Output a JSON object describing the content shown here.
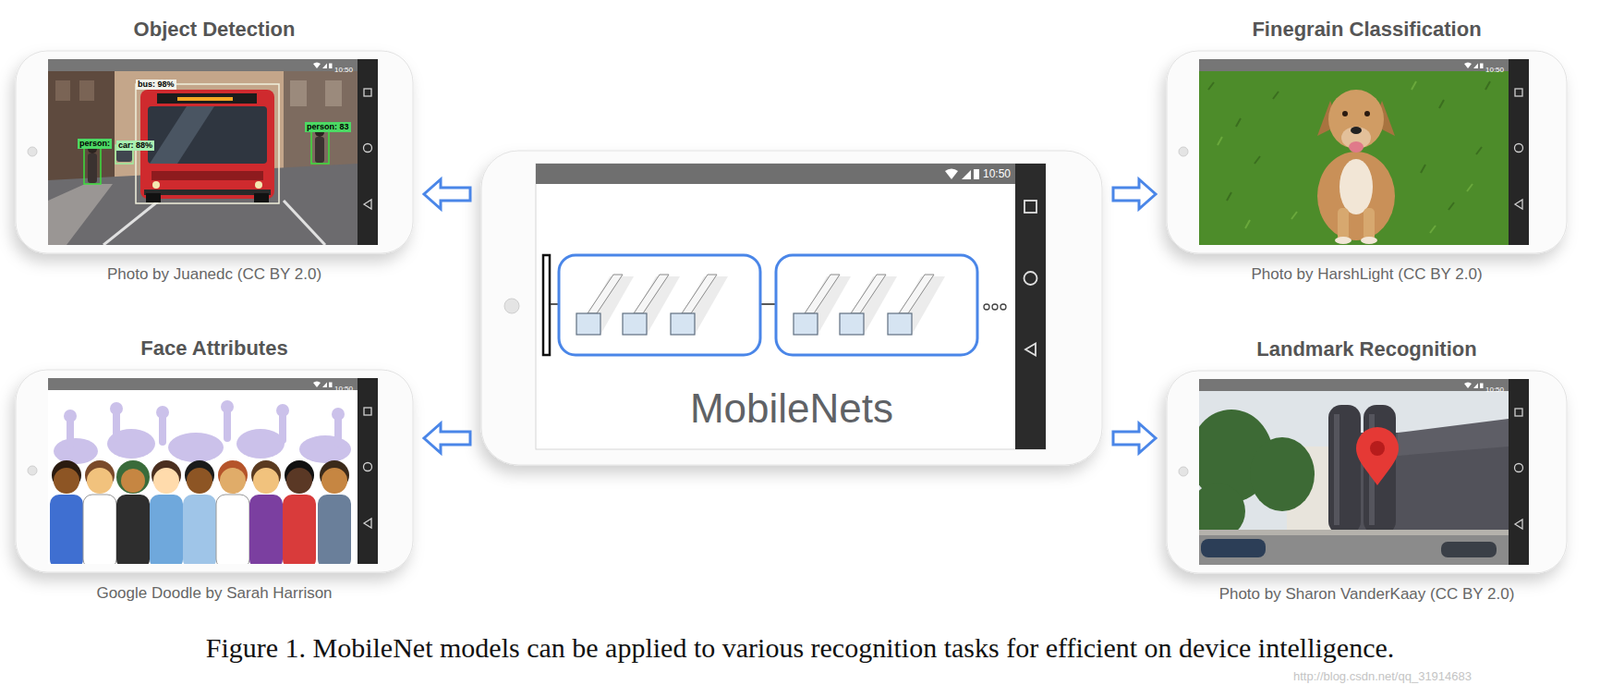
{
  "diagram": {
    "caption": "Figure 1. MobileNet models can be applied to various recognition tasks for efficient on device intelligence.",
    "nodes": [
      {
        "text": [
          "Object Detection",
          "Photo by Juanedc (CC BY 2.0)"
        ]
      },
      {
        "text": [
          "MobileNets"
        ]
      },
      {
        "text": [
          "Finegrain Classification",
          "Photo by HarshLight (CC BY 2.0)"
        ]
      },
      {
        "text": [
          "Face Attributes",
          "Google Doodle by Sarah Harrison"
        ]
      },
      {
        "text": [
          "Landmark Recognition",
          "Photo by Sharon VanderKaay (CC BY 2.0)"
        ]
      }
    ],
    "edges": [
      {
        "from": 1,
        "to": 0,
        "arrow": "to"
      },
      {
        "from": 1,
        "to": 2,
        "arrow": "to"
      },
      {
        "from": 1,
        "to": 3,
        "arrow": "to"
      },
      {
        "from": 1,
        "to": 4,
        "arrow": "to"
      }
    ],
    "labels": [
      "bus: 98%",
      "person:",
      "car: 88%",
      "person: 83",
      "10:50",
      "10:50",
      "10:50",
      "10:50",
      "10:50",
      "http://blog.csdn.net/qq_31914683"
    ]
  }
}
